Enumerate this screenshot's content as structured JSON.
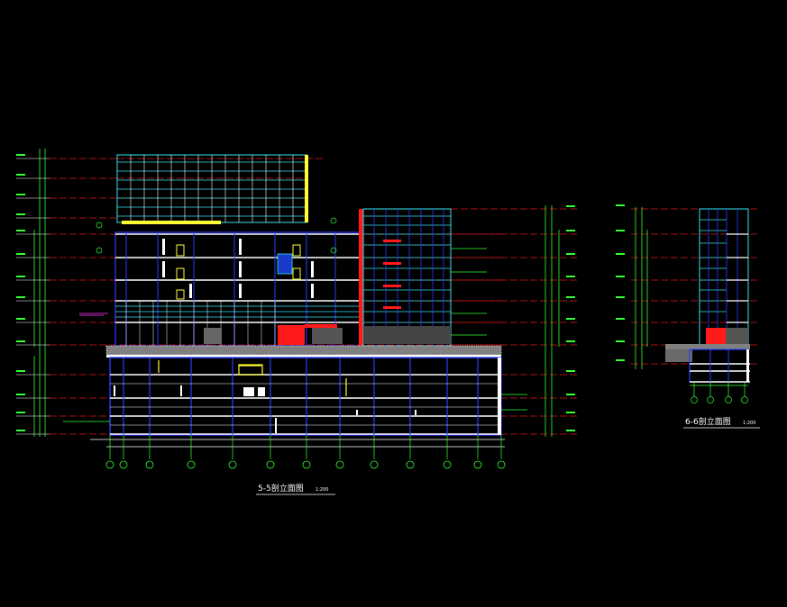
{
  "drawing": {
    "section_5": {
      "title": "5-5剖立面图",
      "scale": "1:200"
    },
    "section_6": {
      "title": "6-6剖立面图",
      "scale": "1:200"
    }
  },
  "colors": {
    "background": "#000000",
    "grid_blue": "#2a3cff",
    "cyan": "#34e3ee",
    "white": "#ffffff",
    "red": "#ff1a1a",
    "yellow": "#ffff33",
    "green": "#33ff33",
    "magenta": "#ff33ff"
  }
}
